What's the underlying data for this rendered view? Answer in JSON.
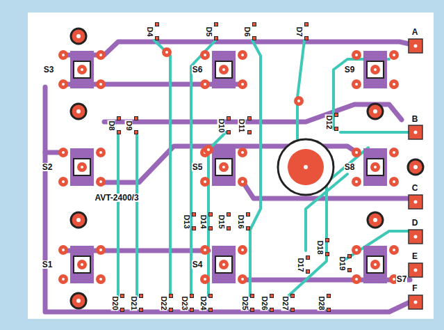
{
  "diagram": {
    "labels": [
      "D4",
      "D5",
      "D6",
      "D7",
      "A",
      "S3",
      "S6",
      "S9",
      "D8",
      "D9",
      "D10",
      "D11",
      "D12",
      "B",
      "S2",
      "S5",
      "S8",
      "C",
      "AVT-2400/3",
      "D13",
      "D14",
      "D15",
      "D16",
      "D",
      "D17",
      "D18",
      "D19",
      "S1",
      "S4",
      "S7",
      "E",
      "D20",
      "D21",
      "D22",
      "D23",
      "D24",
      "D25",
      "D26",
      "D27",
      "D28",
      "F"
    ]
  }
}
